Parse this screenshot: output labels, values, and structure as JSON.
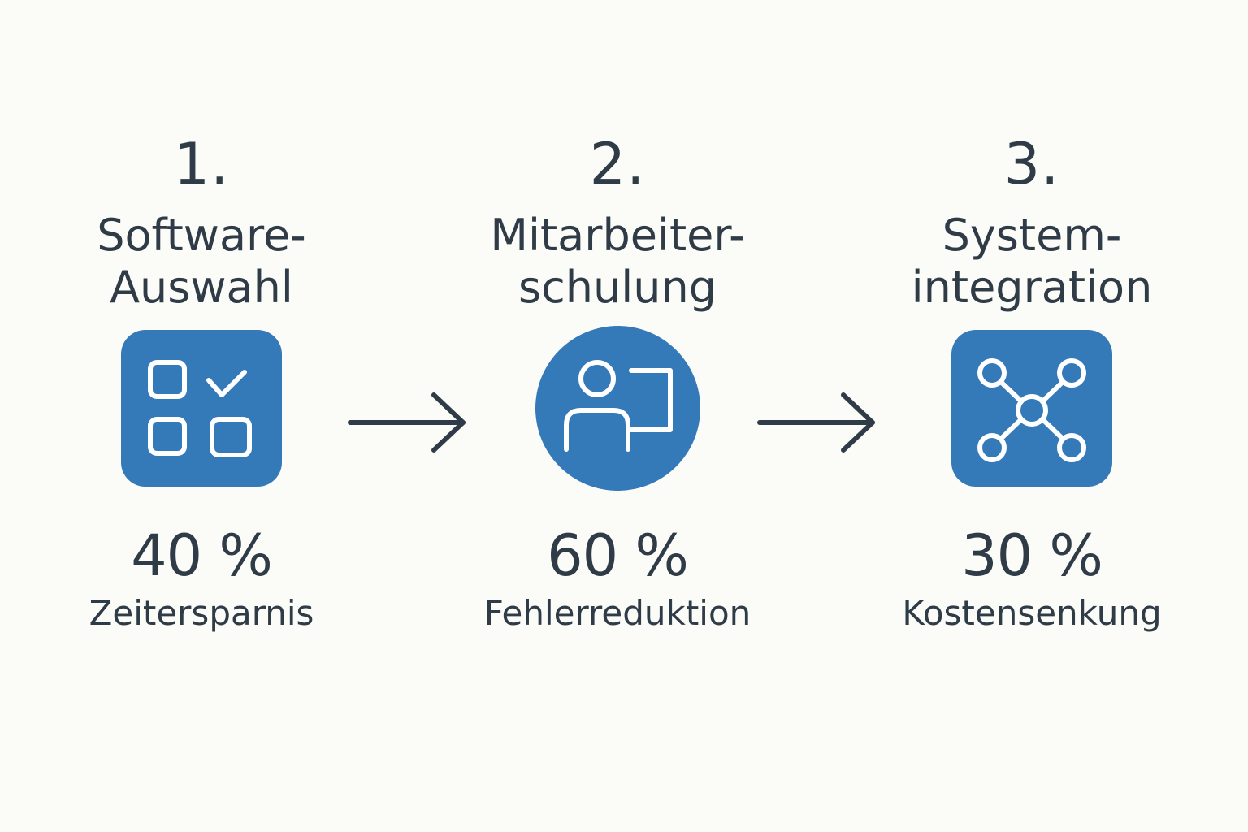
{
  "steps": [
    {
      "number": "1.",
      "title_line1": "Software-",
      "title_line2": "Auswahl",
      "icon": "checklist-icon",
      "stat_value": "40 %",
      "stat_label": "Zeitersparnis"
    },
    {
      "number": "2.",
      "title_line1": "Mitarbeiter-",
      "title_line2": "schulung",
      "icon": "presenter-icon",
      "stat_value": "60 %",
      "stat_label": "Fehlerreduktion"
    },
    {
      "number": "3.",
      "title_line1": "System-",
      "title_line2": "integration",
      "icon": "network-icon",
      "stat_value": "30 %",
      "stat_label": "Kostensenkung"
    }
  ],
  "colors": {
    "accent": "#3479b8",
    "text": "#2f3c47",
    "background": "#fbfbf8"
  }
}
